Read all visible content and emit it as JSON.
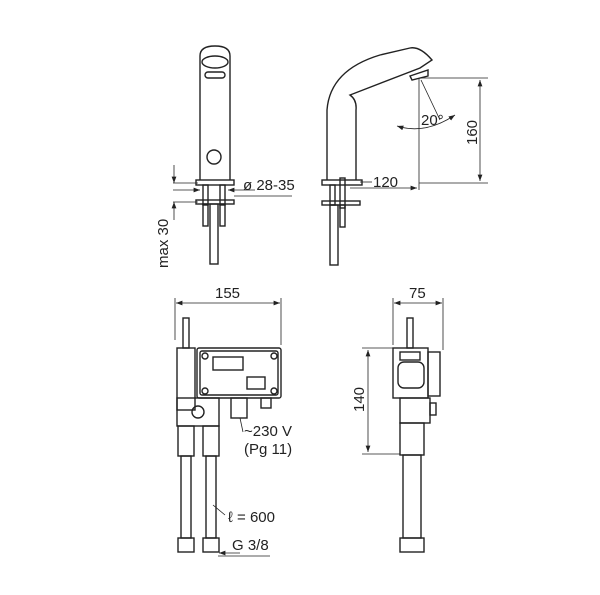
{
  "labels": {
    "diameter": "ø 28-35",
    "max_depth": "max 30",
    "reach": "120",
    "angle": "20°",
    "height": "160",
    "box_width": "155",
    "box_depth": "75",
    "box_height": "140",
    "voltage": "~230 V",
    "gland": "(Pg 11)",
    "hose_length": "ℓ = 600",
    "thread": "G 3/8"
  }
}
